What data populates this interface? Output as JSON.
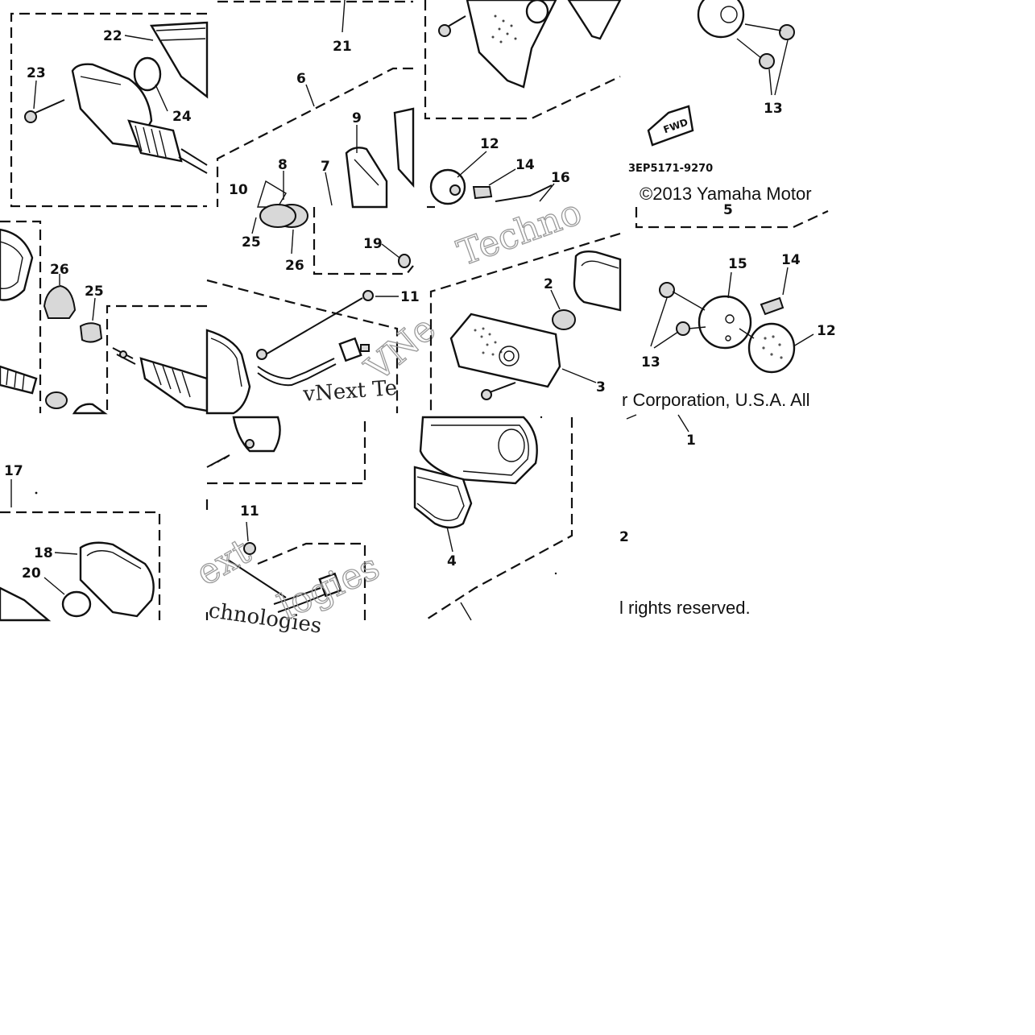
{
  "copyright": {
    "part1": "©2013 Yamaha Motor",
    "part2": "r Corporation, U.S.A. All",
    "part3": "l rights reserved."
  },
  "diagram_code": "3EP5171-9270",
  "fwd_label": "FWD",
  "watermarks": [
    "Techno",
    "vNext Te",
    "chnologies",
    "ext",
    "logies",
    "VNe"
  ],
  "callouts": {
    "c22": "22",
    "c23": "23",
    "c24": "24",
    "c21": "21",
    "c6": "6",
    "c9": "9",
    "c8": "8",
    "c7": "7",
    "c10": "10",
    "c25a": "25",
    "c26a": "26",
    "c12a": "12",
    "c14a": "14",
    "c16": "16",
    "c13a": "13",
    "c5": "5",
    "c19": "19",
    "c26b": "26",
    "c25b": "25",
    "c11a": "11",
    "c2": "2",
    "c3": "3",
    "c15": "15",
    "c14b": "14",
    "c12b": "12",
    "c13b": "13",
    "c1": "1",
    "c17": "17",
    "c18": "18",
    "c20": "20",
    "c11b": "11",
    "c4": "4",
    "c2b": "2"
  }
}
